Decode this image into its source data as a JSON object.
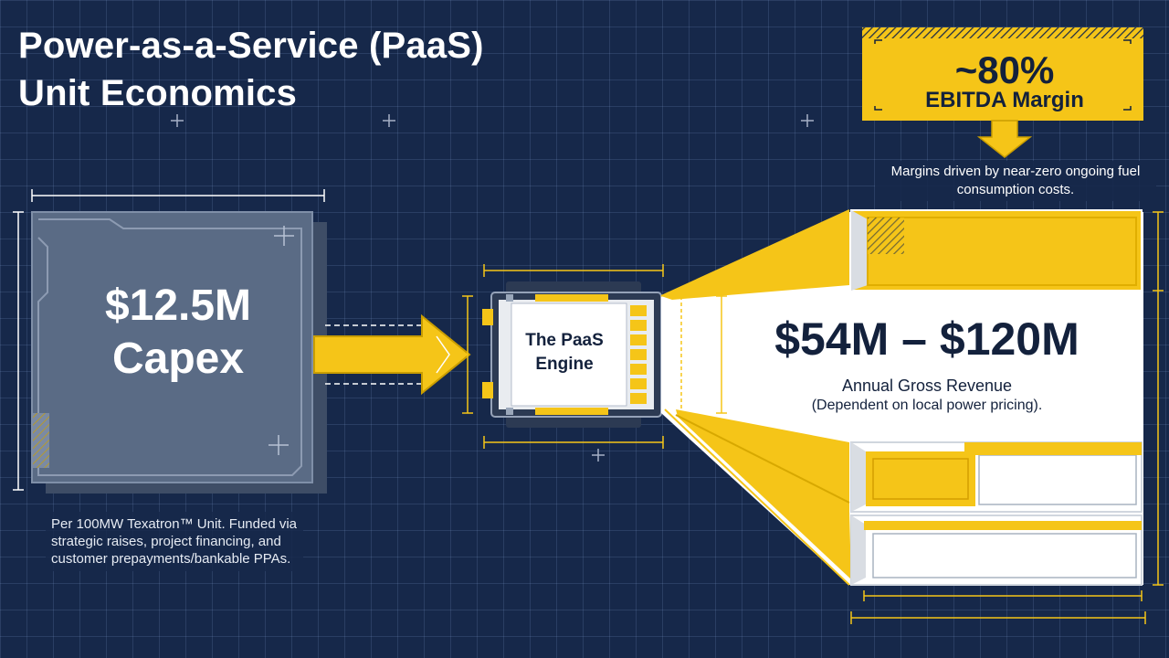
{
  "title": {
    "line1": "Power-as-a-Service (PaaS)",
    "line2": "Unit Economics"
  },
  "capex": {
    "value": "$12.5M",
    "label": "Capex",
    "note": "Per 100MW Texatron™ Unit. Funded via strategic raises, project financing, and customer prepayments/bankable PPAs."
  },
  "engine": {
    "line1": "The PaaS",
    "line2": "Engine"
  },
  "ebitda": {
    "value": "~80%",
    "label": "EBITDA Margin",
    "note": "Margins driven by near-zero ongoing fuel consumption costs."
  },
  "revenue": {
    "range": "$54M – $120M",
    "label": "Annual Gross Revenue",
    "sub": "(Dependent on local power pricing)."
  },
  "colors": {
    "background": "#16284a",
    "accent_yellow": "#f5c518",
    "slate_block": "#5a6b85",
    "dark_text": "#13213c"
  }
}
